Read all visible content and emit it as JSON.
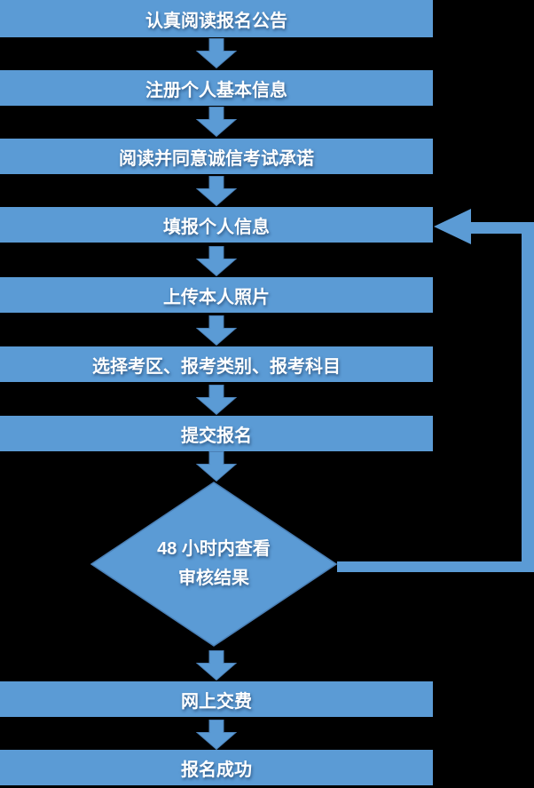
{
  "diagram": {
    "type": "flowchart",
    "background_color": "#000000",
    "shape_fill_color": "#5B9BD5",
    "shape_stroke_color": "#4A7FB5",
    "text_color": "#FFFFFF",
    "steps": [
      {
        "index": 1,
        "shape": "rect",
        "label": "认真阅读报名公告"
      },
      {
        "index": 2,
        "shape": "rect",
        "label": "注册个人基本信息"
      },
      {
        "index": 3,
        "shape": "rect",
        "label": "阅读并同意诚信考试承诺"
      },
      {
        "index": 4,
        "shape": "rect",
        "label": "填报个人信息"
      },
      {
        "index": 5,
        "shape": "rect",
        "label": "上传本人照片"
      },
      {
        "index": 6,
        "shape": "rect",
        "label": "选择考区、报考类别、报考科目"
      },
      {
        "index": 7,
        "shape": "rect",
        "label": "提交报名"
      },
      {
        "index": 8,
        "shape": "diamond",
        "label": "48 小时内查看 审核结果",
        "line1": "48 小时内查看",
        "line2": "审核结果"
      },
      {
        "index": 9,
        "shape": "rect",
        "label": "网上交费"
      },
      {
        "index": 10,
        "shape": "rect",
        "label": "报名成功"
      }
    ],
    "flow": "sequential-top-to-bottom",
    "loop": {
      "from_step": 8,
      "to_step": 4,
      "side": "right"
    }
  }
}
